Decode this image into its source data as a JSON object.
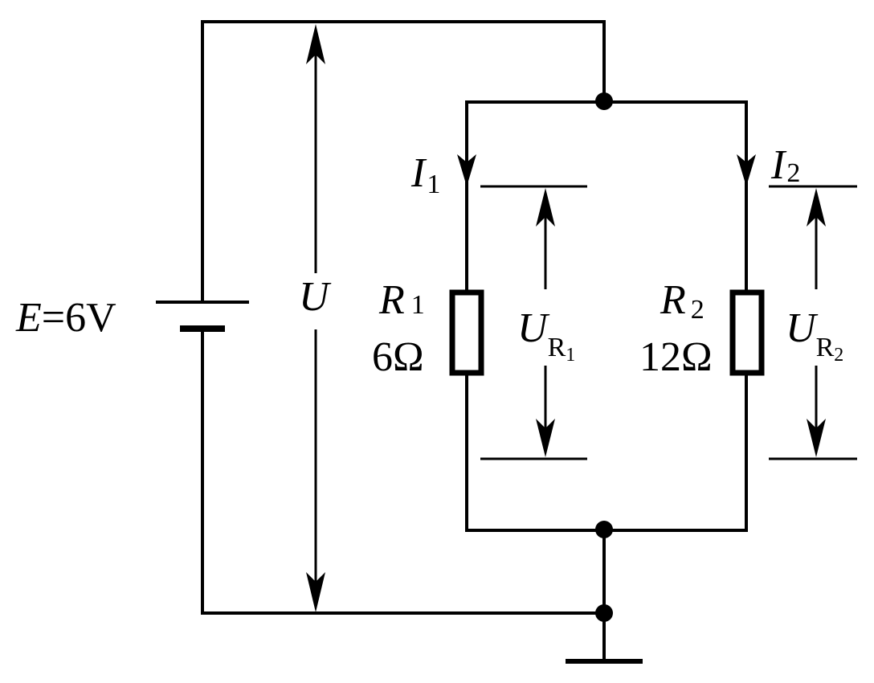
{
  "source": {
    "symbol": "E",
    "value": "=6V"
  },
  "voltage_total": {
    "symbol": "U"
  },
  "resistor1": {
    "symbol": "R",
    "index": "1",
    "value": "6Ω"
  },
  "resistor2": {
    "symbol": "R",
    "index": "2",
    "value": "12Ω"
  },
  "current1": {
    "symbol": "I",
    "index": "1"
  },
  "current2": {
    "symbol": "I",
    "index": "2"
  },
  "voltage_r1": {
    "symbol": "U",
    "sub": "R",
    "subsub": "1"
  },
  "voltage_r2": {
    "symbol": "U",
    "sub": "R",
    "subsub": "2"
  }
}
